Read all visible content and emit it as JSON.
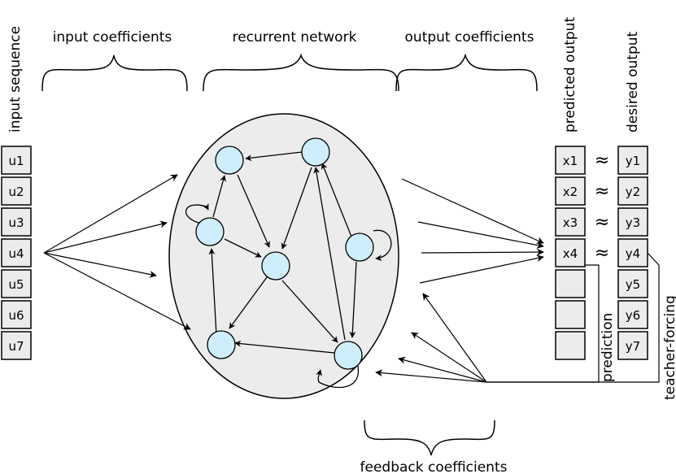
{
  "labels": {
    "input_sequence": "input sequence",
    "input_coefficients": "input coefficients",
    "recurrent_network": "recurrent network",
    "output_coefficients": "output coefficients",
    "predicted_output": "predicted output",
    "desired_output": "desired output",
    "feedback_coefficients": "feedback coefficients",
    "prediction": "prediction",
    "teacher_forcing": "teacher-forcing",
    "approx_symbol": "≈"
  },
  "input_cells": [
    "u1",
    "u2",
    "u3",
    "u4",
    "u5",
    "u6",
    "u7"
  ],
  "predicted_cells": [
    "x1",
    "x2",
    "x3",
    "x4",
    "",
    "",
    ""
  ],
  "desired_cells": [
    "y1",
    "y2",
    "y3",
    "y4",
    "y5",
    "y6",
    "y7"
  ],
  "colors": {
    "cell_fill": "#ececec",
    "ellipse_fill": "#ececec",
    "node_fill": "#cdeefa",
    "stroke": "#000000"
  }
}
